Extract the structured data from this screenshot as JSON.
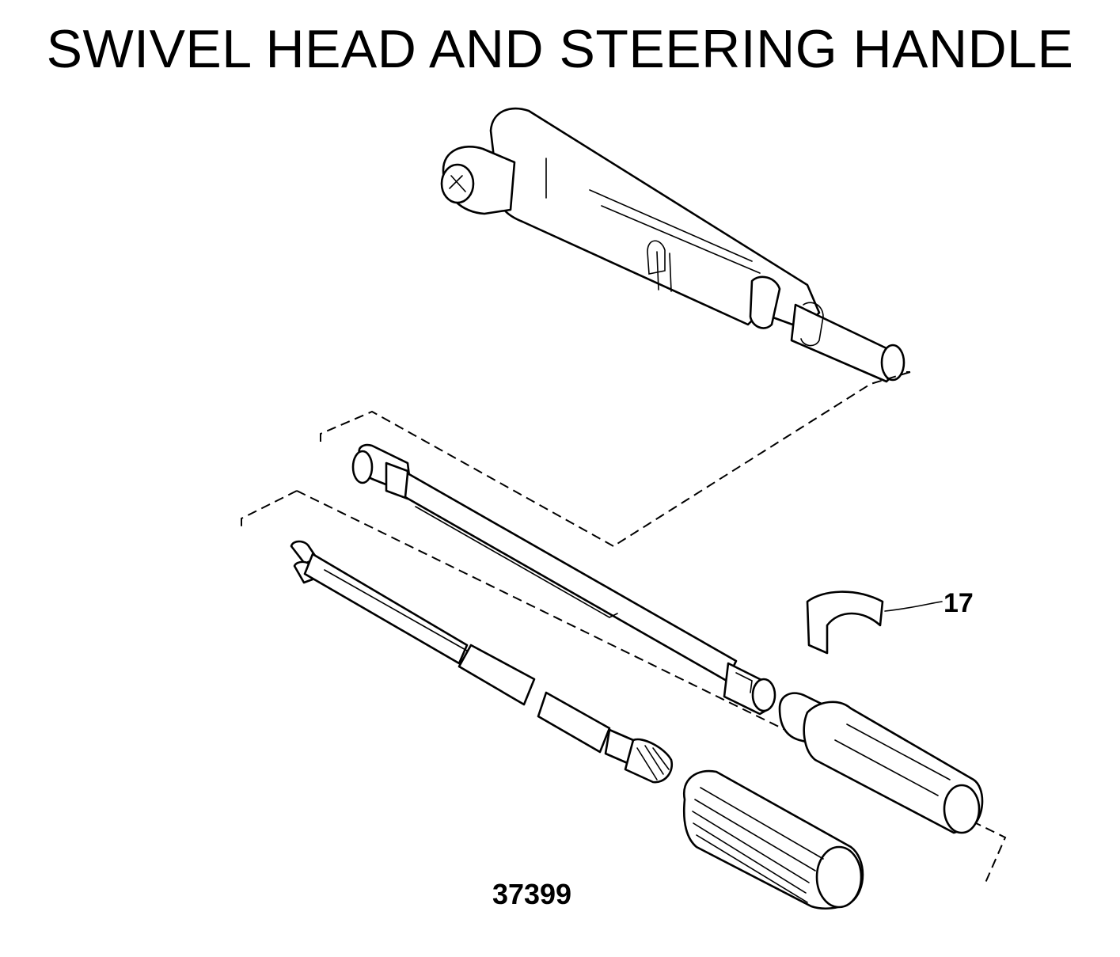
{
  "title": "SWIVEL HEAD AND STEERING HANDLE",
  "callouts": [
    {
      "label": "17",
      "part": "retainer-clip"
    }
  ],
  "figure_number": "37399"
}
